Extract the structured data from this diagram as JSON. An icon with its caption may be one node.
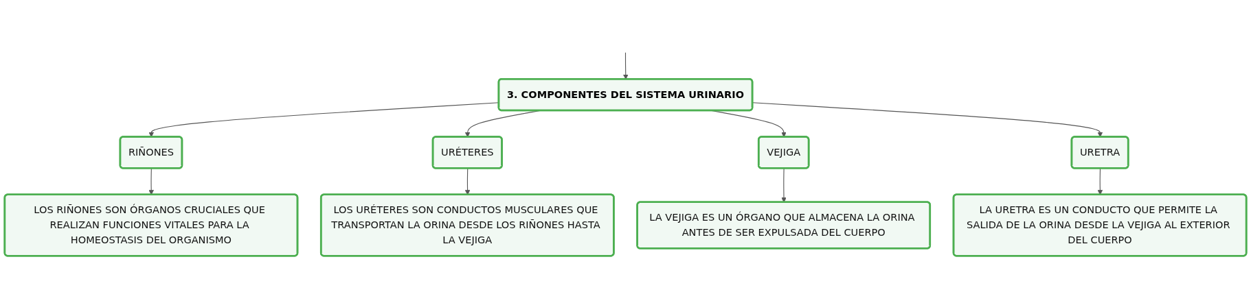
{
  "diagram": {
    "nodes": [
      {
        "text": [
          "3. COMPONENTES DEL SISTEMA URINARIO"
        ]
      },
      {
        "text": [
          "RIÑONES"
        ]
      },
      {
        "text": [
          "URÉTERES"
        ]
      },
      {
        "text": [
          "VEJIGA"
        ]
      },
      {
        "text": [
          "URETRA"
        ]
      },
      {
        "text": [
          "LOS RIÑONES SON ÓRGANOS CRUCIALES QUE REALIZAN FUNCIONES VITALES PARA LA HOMEOSTASIS DEL ORGANISMO"
        ]
      },
      {
        "text": [
          "LOS URÉTERES SON CONDUCTOS MUSCULARES QUE TRANSPORTAN LA ORINA DESDE LOS RIÑONES HASTA LA VEJIGA"
        ]
      },
      {
        "text": [
          "LA VEJIGA ES UN ÓRGANO QUE ALMACENA LA ORINA ANTES DE SER EXPULSADA DEL CUERPO"
        ]
      },
      {
        "text": [
          "LA URETRA ES UN CONDUCTO QUE PERMITE LA SALIDA DE LA ORINA DESDE LA VEJIGA AL EXTERIOR DEL CUERPO"
        ]
      }
    ],
    "edges": [
      {
        "from": null,
        "to": 0,
        "arrow": "to"
      },
      {
        "from": 0,
        "to": 1,
        "arrow": "to"
      },
      {
        "from": 0,
        "to": 2,
        "arrow": "to"
      },
      {
        "from": 0,
        "to": 3,
        "arrow": "to"
      },
      {
        "from": 0,
        "to": 4,
        "arrow": "to"
      },
      {
        "from": 1,
        "to": 5,
        "arrow": "to"
      },
      {
        "from": 2,
        "to": 6,
        "arrow": "to"
      },
      {
        "from": 3,
        "to": 7,
        "arrow": "to"
      },
      {
        "from": 4,
        "to": 8,
        "arrow": "to"
      }
    ]
  }
}
